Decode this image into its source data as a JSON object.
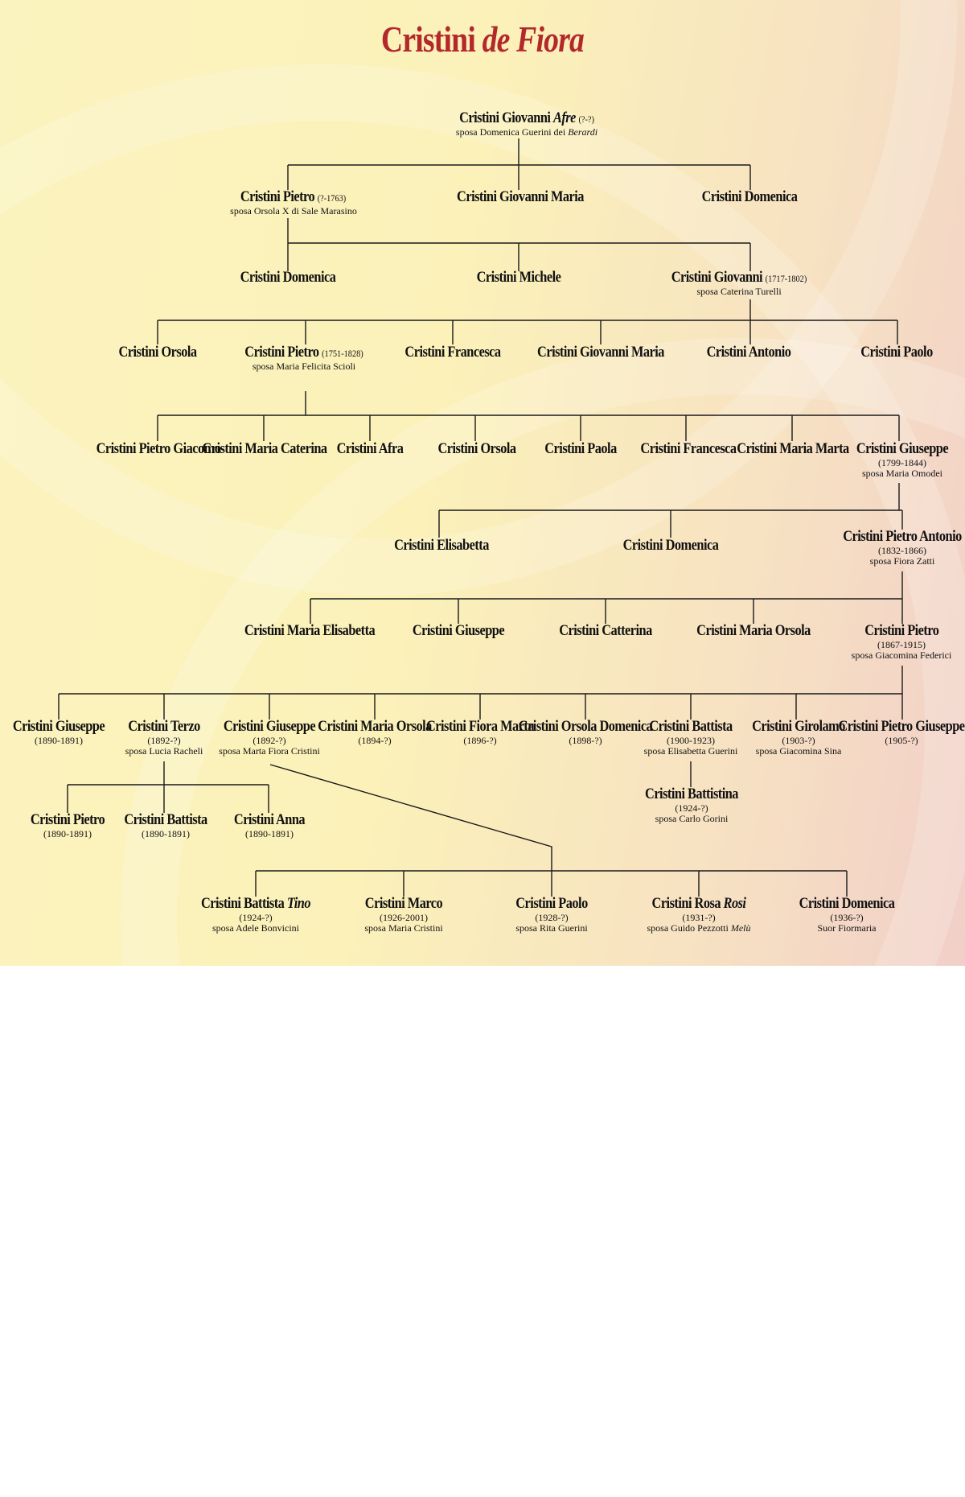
{
  "title": {
    "main": "Cristini",
    "italic": "de Fiora"
  },
  "nodes": [
    {
      "id": "gio_afre",
      "name": "Cristini Giovanni",
      "nick": "Afre",
      "dates": "(?-?)",
      "spouse": "sposa Domenica Guerini dei",
      "spouse_italic": "Berardi"
    },
    {
      "id": "pietro_1",
      "name": "Cristini Pietro",
      "dates": "(?-1763)",
      "spouse": "sposa Orsola X di Sale Marasino"
    },
    {
      "id": "gio_maria_1",
      "name": "Cristini Giovanni Maria"
    },
    {
      "id": "domenica_1",
      "name": "Cristini Domenica"
    },
    {
      "id": "domenica_2",
      "name": "Cristini Domenica"
    },
    {
      "id": "michele",
      "name": "Cristini Michele"
    },
    {
      "id": "giovanni_2",
      "name": "Cristini Giovanni",
      "dates": "(1717-1802)",
      "spouse": "sposa Caterina Turelli"
    },
    {
      "id": "orsola_3",
      "name": "Cristini Orsola"
    },
    {
      "id": "pietro_3",
      "name": "Cristini Pietro",
      "dates": "(1751-1828)",
      "spouse": "sposa Maria Felicita Scioli"
    },
    {
      "id": "francesca_3",
      "name": "Cristini Francesca"
    },
    {
      "id": "gio_maria_3",
      "name": "Cristini Giovanni Maria"
    },
    {
      "id": "antonio_3",
      "name": "Cristini Antonio"
    },
    {
      "id": "paolo_3",
      "name": "Cristini Paolo"
    },
    {
      "id": "pietro_giacomo",
      "name": "Cristini Pietro Giacomo"
    },
    {
      "id": "maria_caterina",
      "name": "Cristini Maria Caterina"
    },
    {
      "id": "afra",
      "name": "Cristini Afra"
    },
    {
      "id": "orsola_4",
      "name": "Cristini Orsola"
    },
    {
      "id": "paola_4",
      "name": "Cristini Paola"
    },
    {
      "id": "francesca_4",
      "name": "Cristini Francesca"
    },
    {
      "id": "maria_marta",
      "name": "Cristini Maria Marta"
    },
    {
      "id": "giuseppe_4",
      "name": "Cristini Giuseppe",
      "dates_line": "(1799-1844)",
      "spouse": "sposa Maria Omodei"
    },
    {
      "id": "elisabetta_5",
      "name": "Cristini Elisabetta"
    },
    {
      "id": "domenica_5",
      "name": "Cristini Domenica"
    },
    {
      "id": "pietro_antonio",
      "name": "Cristini Pietro Antonio",
      "dates_line": "(1832-1866)",
      "spouse": "sposa Fiora Zatti"
    },
    {
      "id": "maria_elisabetta",
      "name": "Cristini Maria Elisabetta"
    },
    {
      "id": "giuseppe_6",
      "name": "Cristini Giuseppe"
    },
    {
      "id": "catterina",
      "name": "Cristini Catterina"
    },
    {
      "id": "maria_orsola_6",
      "name": "Cristini Maria Orsola"
    },
    {
      "id": "pietro_6",
      "name": "Cristini Pietro",
      "dates_line": "(1867-1915)",
      "spouse": "sposa Giacomina Federici"
    },
    {
      "id": "giuseppe_7a",
      "name": "Cristini Giuseppe",
      "dates_line": "(1890-1891)"
    },
    {
      "id": "terzo",
      "name": "Cristini Terzo",
      "dates_line": "(1892-?)",
      "spouse": "sposa Lucia Racheli"
    },
    {
      "id": "giuseppe_7b",
      "name": "Cristini Giuseppe",
      "dates_line": "(1892-?)",
      "spouse": "sposa Marta Fiora Cristini"
    },
    {
      "id": "maria_orsola_7",
      "name": "Cristini Maria Orsola",
      "dates_line": "(1894-?)"
    },
    {
      "id": "fiora_marta",
      "name": "Cristini Fiora Marta",
      "dates_line": "(1896-?)"
    },
    {
      "id": "orsola_domenica",
      "name": "Cristini Orsola Domenica",
      "dates_line": "(1898-?)"
    },
    {
      "id": "battista_7",
      "name": "Cristini Battista",
      "dates_line": "(1900-1923)",
      "spouse": "sposa Elisabetta Guerini"
    },
    {
      "id": "girolamo",
      "name": "Cristini Girolamo",
      "dates_line": "(1903-?)",
      "spouse": "sposa Giacomina Sina"
    },
    {
      "id": "pietro_giuseppe",
      "name": "Cristini Pietro Giuseppe",
      "dates_line": "(1905-?)"
    },
    {
      "id": "pietro_8",
      "name": "Cristini Pietro",
      "dates_line": "(1890-1891)"
    },
    {
      "id": "battista_8",
      "name": "Cristini Battista",
      "dates_line": "(1890-1891)"
    },
    {
      "id": "anna_8",
      "name": "Cristini Anna",
      "dates_line": "(1890-1891)"
    },
    {
      "id": "battistina",
      "name": "Cristini Battistina",
      "dates_line": "(1924-?)",
      "spouse": "sposa Carlo Gorini"
    },
    {
      "id": "battista_tino",
      "name": "Cristini Battista",
      "nick": "Tino",
      "dates_line": "(1924-?)",
      "spouse": "sposa Adele Bonvicini"
    },
    {
      "id": "marco",
      "name": "Cristini Marco",
      "dates_line": "(1926-2001)",
      "spouse": "sposa Maria Cristini"
    },
    {
      "id": "paolo_9",
      "name": "Cristini Paolo",
      "dates_line": "(1928-?)",
      "spouse": "sposa Rita Guerini"
    },
    {
      "id": "rosa",
      "name": "Cristini Rosa",
      "nick": "Rosi",
      "dates_line": "(1931-?)",
      "spouse": "sposa Guido Pezzotti",
      "spouse_italic": "Melù"
    },
    {
      "id": "domenica_9",
      "name": "Cristini Domenica",
      "dates_line": "(1936-?)",
      "spouse": "Suor Fiormaria"
    }
  ]
}
